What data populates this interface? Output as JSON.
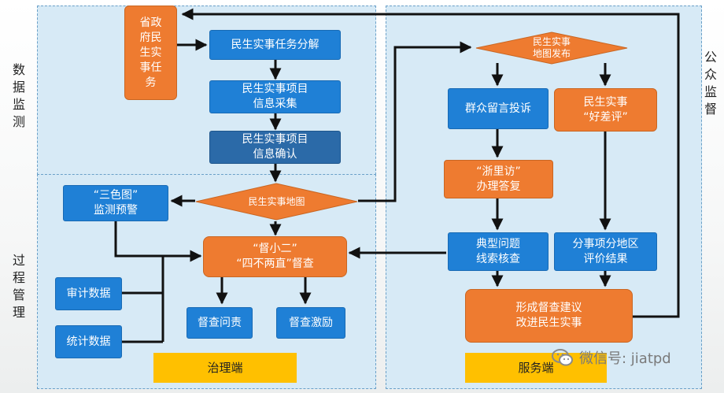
{
  "labels": {
    "left_top": "数据监测",
    "left_bottom": "过程管理",
    "right_top": "公众监督"
  },
  "nodes": {
    "province": "省政\n府民\n生实\n事任\n务",
    "task_decompose": "民生实事任务分解",
    "info_collect": "民生实事项目\n信息采集",
    "info_confirm": "民生实事项目\n信息确认",
    "map": "民生实事地图",
    "three_color": "“三色图”\n监测预警",
    "supervise": "“督小二”\n“四不两直”督查",
    "audit": "审计数据",
    "stats": "统计数据",
    "accountability": "督查问责",
    "incentive": "督查激励",
    "map_publish": "民生实事\n地图发布",
    "complaint": "群众留言投诉",
    "rating": "民生实事\n“好差评”",
    "zheliifang": "“浙里访”\n办理答复",
    "typical": "典型问题\n线索核查",
    "result": "分事项分地区\n评价结果",
    "suggestion": "形成督查建议\n改进民生实事"
  },
  "footer": {
    "governance": "治理端",
    "service": "服务端"
  },
  "watermark": "微信号: jiatpd",
  "colors": {
    "panel": "#d7eaf6",
    "blue": "#1f80d6",
    "dark_blue": "#2b6aa8",
    "orange": "#ee7b30",
    "yellow": "#ffc000",
    "arrow": "#111111"
  }
}
